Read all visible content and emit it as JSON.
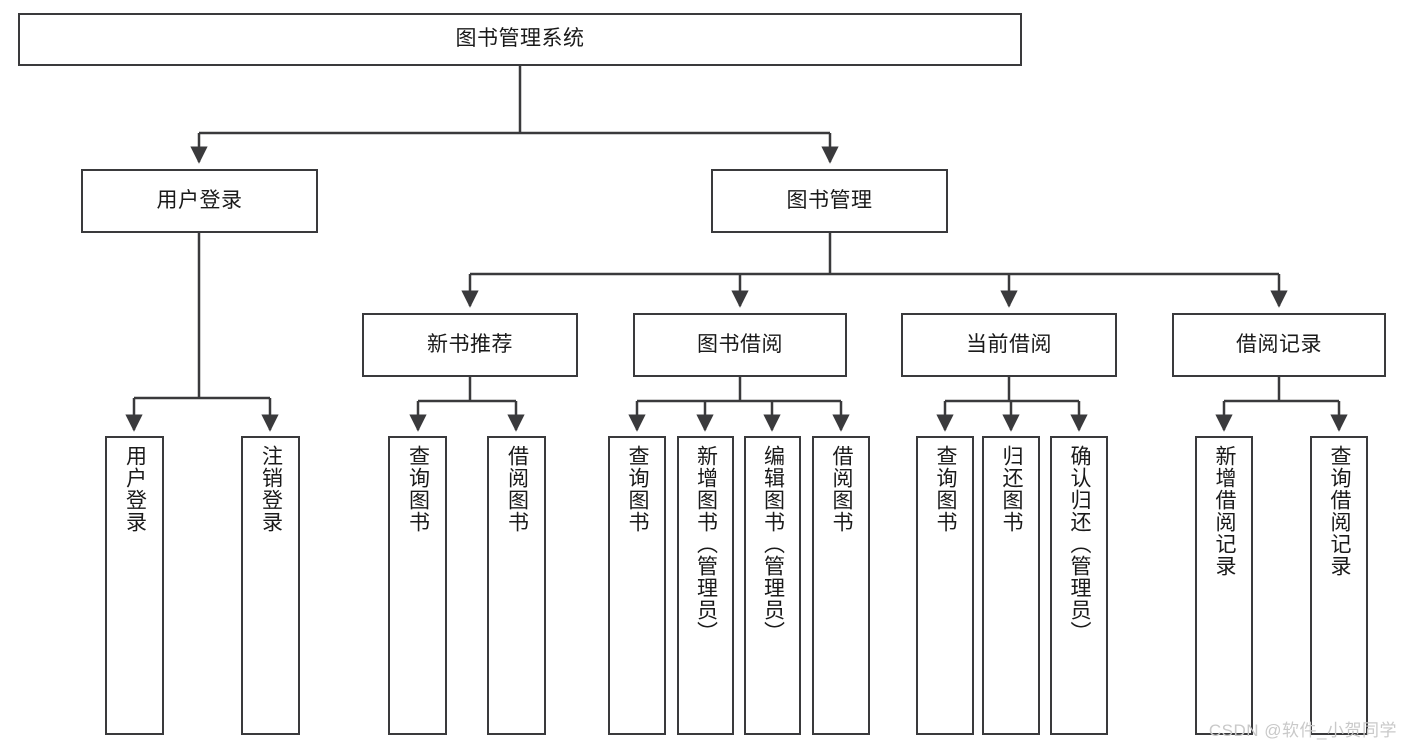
{
  "diagram": {
    "title": "图书管理系统",
    "type": "hierarchy-tree",
    "levels": 4,
    "root": {
      "id": "root",
      "label": "图书管理系统",
      "orientation": "horizontal"
    },
    "level2": [
      {
        "id": "user-login",
        "label": "用户登录",
        "orientation": "horizontal"
      },
      {
        "id": "book-management",
        "label": "图书管理",
        "orientation": "horizontal"
      }
    ],
    "level3": [
      {
        "id": "new-book-recommend",
        "label": "新书推荐",
        "orientation": "horizontal",
        "parent": "book-management"
      },
      {
        "id": "book-borrow",
        "label": "图书借阅",
        "orientation": "horizontal",
        "parent": "book-management"
      },
      {
        "id": "current-borrow",
        "label": "当前借阅",
        "orientation": "horizontal",
        "parent": "book-management"
      },
      {
        "id": "borrow-record",
        "label": "借阅记录",
        "orientation": "horizontal",
        "parent": "book-management"
      }
    ],
    "leaves": [
      {
        "id": "leaf-user-login",
        "label": "用户登录",
        "orientation": "vertical",
        "parent": "user-login"
      },
      {
        "id": "leaf-user-logout",
        "label": "注销登录",
        "orientation": "vertical",
        "parent": "user-login"
      },
      {
        "id": "leaf-query-book-1",
        "label": "查询图书",
        "orientation": "vertical",
        "parent": "new-book-recommend"
      },
      {
        "id": "leaf-borrow-book-1",
        "label": "借阅图书",
        "orientation": "vertical",
        "parent": "new-book-recommend"
      },
      {
        "id": "leaf-query-book-2",
        "label": "查询图书",
        "orientation": "vertical",
        "parent": "book-borrow"
      },
      {
        "id": "leaf-add-book",
        "label": "新增图书（管理员）",
        "orientation": "vertical",
        "parent": "book-borrow"
      },
      {
        "id": "leaf-edit-book",
        "label": "编辑图书（管理员）",
        "orientation": "vertical",
        "parent": "book-borrow"
      },
      {
        "id": "leaf-borrow-book-2",
        "label": "借阅图书",
        "orientation": "vertical",
        "parent": "book-borrow"
      },
      {
        "id": "leaf-query-book-3",
        "label": "查询图书",
        "orientation": "vertical",
        "parent": "current-borrow"
      },
      {
        "id": "leaf-return-book",
        "label": "归还图书",
        "orientation": "vertical",
        "parent": "current-borrow"
      },
      {
        "id": "leaf-confirm-return",
        "label": "确认归还（管理员）",
        "orientation": "vertical",
        "parent": "current-borrow"
      },
      {
        "id": "leaf-add-record",
        "label": "新增借阅记录",
        "orientation": "vertical",
        "parent": "borrow-record"
      },
      {
        "id": "leaf-query-record",
        "label": "查询借阅记录",
        "orientation": "vertical",
        "parent": "borrow-record"
      }
    ],
    "colors": {
      "stroke": "#3a3a3c",
      "background": "#ffffff",
      "text": "#1a1a1a",
      "watermark": "#c9c9c9"
    }
  },
  "watermark": {
    "text": "CSDN @软件_小贺同学"
  }
}
